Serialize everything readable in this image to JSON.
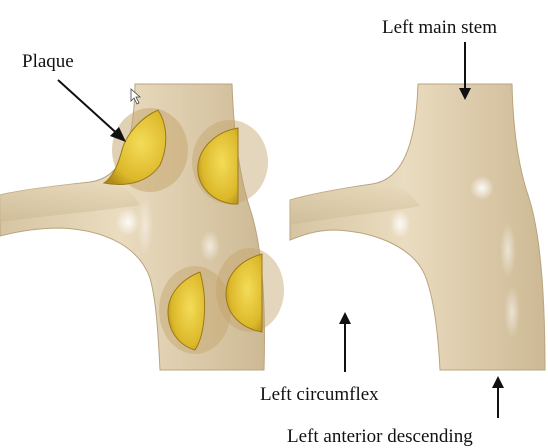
{
  "labels": {
    "plaque": "Plaque",
    "main_stem": "Left main stem",
    "circumflex": "Left circumflex",
    "lad": "Left anterior descending"
  },
  "colors": {
    "background": "#ffffff",
    "vessel": "#e2d3b3",
    "vessel_shadow": "#b9a47e",
    "plaque": "#e2c12a",
    "plaque_ring": "#c4a46a"
  }
}
